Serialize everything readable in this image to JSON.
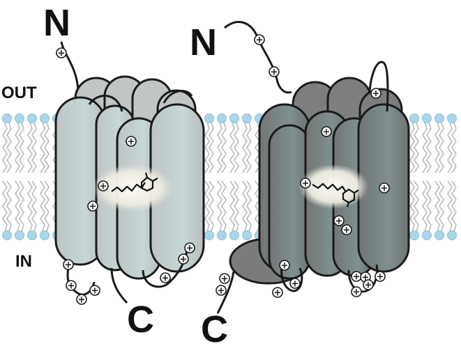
{
  "labels": {
    "out": "OUT",
    "in": "IN",
    "left_n": "N",
    "left_c": "C",
    "right_n": "N",
    "right_c": "C"
  },
  "charge_symbol": "+",
  "colors": {
    "left_protein": "#c4c7c7",
    "right_protein": "#7a7c7c",
    "lipid_head": "#a9d6ea",
    "lipid_tail": "#b8bcbc",
    "outline": "#1a1a1a",
    "retinal_glow": "#f1efe6"
  },
  "icons": {
    "left_chromophore": "retinal-molecule-icon",
    "right_chromophore": "retinal-molecule-icon"
  }
}
